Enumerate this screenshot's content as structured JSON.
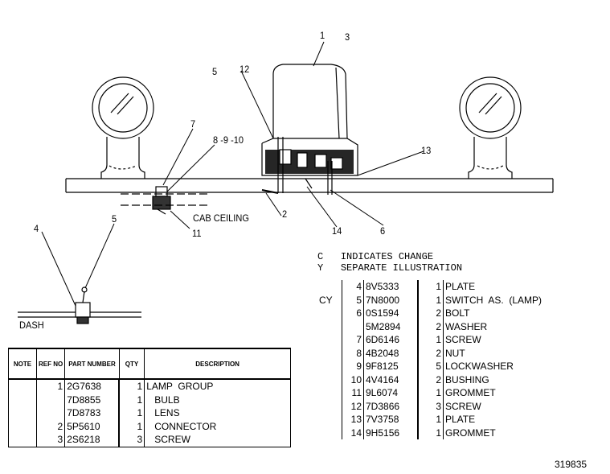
{
  "labels": {
    "c1": "1",
    "c3": "3",
    "c5top": "5",
    "c12": "12",
    "c7": "7",
    "c8910": "8 -9 -10",
    "c13": "13",
    "c2": "2",
    "c14": "14",
    "c6": "6",
    "c11": "11",
    "cab": "CAB  CEILING",
    "c4": "4",
    "c5low": "5",
    "dash": "DASH"
  },
  "legend": [
    {
      "code": "C",
      "text": "INDICATES  CHANGE"
    },
    {
      "code": "Y",
      "text": "SEPARATE  ILLUSTRATION"
    }
  ],
  "left_table": {
    "headers": {
      "note": "NOTE",
      "ref": "REF NO",
      "part": "PART NUMBER",
      "qty": "QTY",
      "desc": "DESCRIPTION"
    },
    "rows": [
      {
        "note": "",
        "ref": "1",
        "part": "2G7638",
        "qty": "1",
        "desc": "LAMP  GROUP"
      },
      {
        "note": "",
        "ref": "",
        "part": "7D8855",
        "qty": "1",
        "desc": "   BULB"
      },
      {
        "note": "",
        "ref": "",
        "part": "7D8783",
        "qty": "1",
        "desc": "   LENS"
      },
      {
        "note": "",
        "ref": "2",
        "part": "5P5610",
        "qty": "1",
        "desc": "   CONNECTOR"
      },
      {
        "note": "",
        "ref": "3",
        "part": "2S6218",
        "qty": "3",
        "desc": "   SCREW"
      }
    ]
  },
  "right_table": {
    "rows": [
      {
        "note": "",
        "ref": "4",
        "part": "8V5333",
        "qty": "1",
        "desc": "PLATE"
      },
      {
        "note": "CY",
        "ref": "5",
        "part": "7N8000",
        "qty": "1",
        "desc": "SWITCH  AS.  (LAMP)"
      },
      {
        "note": "",
        "ref": "6",
        "part": "0S1594",
        "qty": "2",
        "desc": "BOLT"
      },
      {
        "note": "",
        "ref": "",
        "part": "5M2894",
        "qty": "2",
        "desc": "WASHER"
      },
      {
        "note": "",
        "ref": "7",
        "part": "6D6146",
        "qty": "1",
        "desc": "SCREW"
      },
      {
        "note": "",
        "ref": "8",
        "part": "4B2048",
        "qty": "2",
        "desc": "NUT"
      },
      {
        "note": "",
        "ref": "9",
        "part": "9F8125",
        "qty": "5",
        "desc": "LOCKWASHER"
      },
      {
        "note": "",
        "ref": "10",
        "part": "4V4164",
        "qty": "2",
        "desc": "BUSHING"
      },
      {
        "note": "",
        "ref": "11",
        "part": "9L6074",
        "qty": "1",
        "desc": "GROMMET"
      },
      {
        "note": "",
        "ref": "12",
        "part": "7D3866",
        "qty": "3",
        "desc": "SCREW"
      },
      {
        "note": "",
        "ref": "13",
        "part": "7V3758",
        "qty": "1",
        "desc": "PLATE"
      },
      {
        "note": "",
        "ref": "14",
        "part": "9H5156",
        "qty": "1",
        "desc": "GROMMET"
      }
    ]
  },
  "drawing_number": "319835"
}
